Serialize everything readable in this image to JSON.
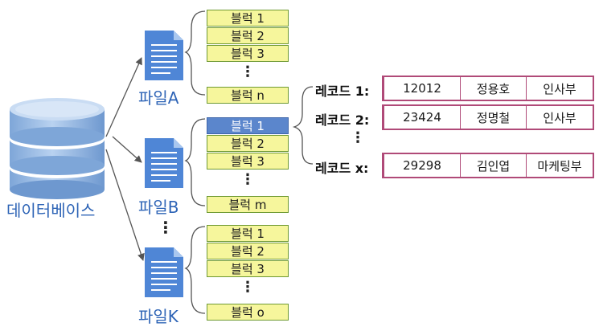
{
  "database": {
    "label": "데이터베이스"
  },
  "files": [
    {
      "label": "파일A",
      "blocks": [
        "블럭 1",
        "블럭 2",
        "블럭 3",
        "블럭 n"
      ]
    },
    {
      "label": "파일B",
      "blocks": [
        "블럭 1",
        "블럭 2",
        "블럭 3",
        "블럭 m"
      ]
    },
    {
      "label": "파일K",
      "blocks": [
        "블럭 1",
        "블럭 2",
        "블럭 3",
        "블럭 o"
      ]
    }
  ],
  "files_ellipsis": "⋮",
  "blocks_ellipsis": "⋮",
  "records": [
    {
      "label": "레코드 1:",
      "cells": [
        "12012",
        "정용호",
        "인사부"
      ]
    },
    {
      "label": "레코드 2:",
      "cells": [
        "23424",
        "정명철",
        "인사부"
      ]
    },
    {
      "label": "레코드 x:",
      "cells": [
        "29298",
        "김인엽",
        "마케팅부"
      ]
    }
  ],
  "records_ellipsis": "⋮",
  "colors": {
    "label_blue": "#2e64b6",
    "block_fill": "#f6f69c",
    "block_border": "#6f9a34",
    "selected_block": "#5b86cc",
    "record_border": "#b04a78",
    "database_blue": "#8fb3e0"
  }
}
